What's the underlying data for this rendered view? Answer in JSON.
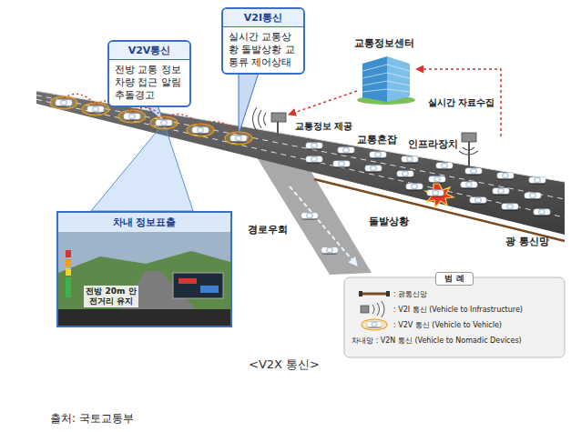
{
  "diagram": {
    "caption": "<V2X 통신>",
    "nodes": [
      {
        "text": [
          "V2V통신",
          "전방 교통 정보 차량 접근 알림 추돌경고"
        ]
      },
      {
        "text": [
          "V2I통신",
          "실시간 교통상황 돌발상황 교통류 제어상태"
        ]
      },
      {
        "text": [
          "차내 정보표출"
        ]
      },
      {
        "text": [
          "교통정보센터"
        ]
      },
      {
        "text": [
          "인프라장치"
        ]
      }
    ],
    "edges": [
      {
        "from": 4,
        "to": 3,
        "label": "실시간 자료수집",
        "arrow": "to"
      }
    ],
    "labels": [
      "교통정보 제공",
      "교통혼잡",
      "경로우회",
      "돌발상황",
      "광 통신망",
      "범 례",
      "전방 20m 안전거리 유지",
      "출처: 국토교통부"
    ],
    "legend": [
      {
        "text": ": 광통신망"
      },
      {
        "text": ": V2I 통신 (Vehicle to Infrastructure)"
      },
      {
        "text": ": V2V 통신 (Vehicle to Vehicle)"
      },
      {
        "text": "차내망 : V2N 통신 (Vehicle to Nomadic Devices)"
      }
    ]
  }
}
